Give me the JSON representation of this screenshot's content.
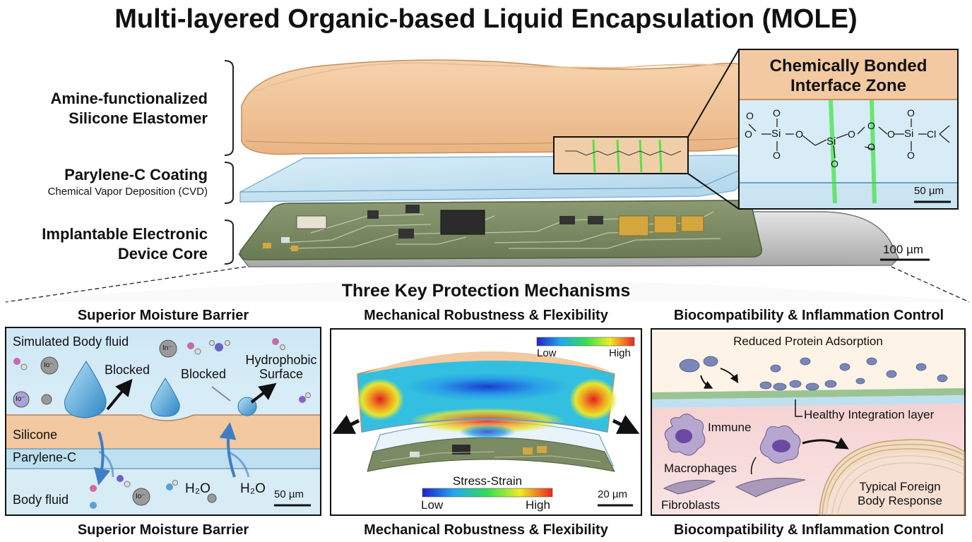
{
  "title": "Multi-layered Organic-based Liquid Encapsulation (MOLE)",
  "layers": {
    "silicone_line1": "Amine-functionalized",
    "silicone_line2": "Silicone Elastomer",
    "parylene_title": "Parylene-C Coating",
    "parylene_sub": "Chemical Vapor Deposition (CVD)",
    "device_line1": "Implantable Electronic",
    "device_line2": "Device Core"
  },
  "inset": {
    "title_line1": "Chemically Bonded",
    "title_line2": "Interface Zone",
    "scale": "50 µm",
    "chem": [
      "O",
      "O",
      "O",
      "Si",
      "O",
      "O",
      "Si",
      "O",
      "O",
      "O",
      "O",
      "O",
      "Si",
      "Cl",
      "O",
      "O"
    ]
  },
  "main_scale": "100 µm",
  "mechanisms_heading": "Three Key Protection Mechanisms",
  "panel1": {
    "title": "Superior Moisture Barrier",
    "caption": "Superior Moisture Barrier",
    "sim_fluid": "Simulated Body fluid",
    "blocked1": "Blocked",
    "blocked2": "Blocked",
    "hydrophobic1": "Hydrophobic",
    "hydrophobic2": "Surface",
    "silicone": "Silicone",
    "parylene": "Parylene-C",
    "body_fluid": "Body fluid",
    "h2o_a": "H₂O",
    "h2o_b": "H₂O",
    "scale": "50 µm",
    "ions": [
      "In⁻",
      "Io⁻",
      "Io⁻",
      "Io⁻"
    ]
  },
  "panel2": {
    "title": "Mechanical Robustness & Flexibility",
    "caption": "Mechanical Robustness & Flexibility",
    "top_low": "Low",
    "top_high": "High",
    "stress_label": "Stress-Strain",
    "bottom_low": "Low",
    "bottom_high": "High",
    "scale": "20 µm"
  },
  "panel3": {
    "title": "Biocompatibility & Inflammation Control",
    "caption": "Biocompatibility & Inflammation Control",
    "protein": "Reduced Protein Adsorption",
    "healthy": "Healthy Integration layer",
    "immune": "Immune",
    "macrophages": "Macrophages",
    "fibroblasts": "Fibroblasts",
    "fbr1": "Typical Foreign",
    "fbr2": "Body Response"
  },
  "colors": {
    "silicone": "#f2c699",
    "parylene": "#bfe0f0",
    "pcb": "#7a8a62",
    "green_bond": "#39e639",
    "arrow_blue": "#3d7fc4",
    "inflamed": "#f7d6d6"
  }
}
